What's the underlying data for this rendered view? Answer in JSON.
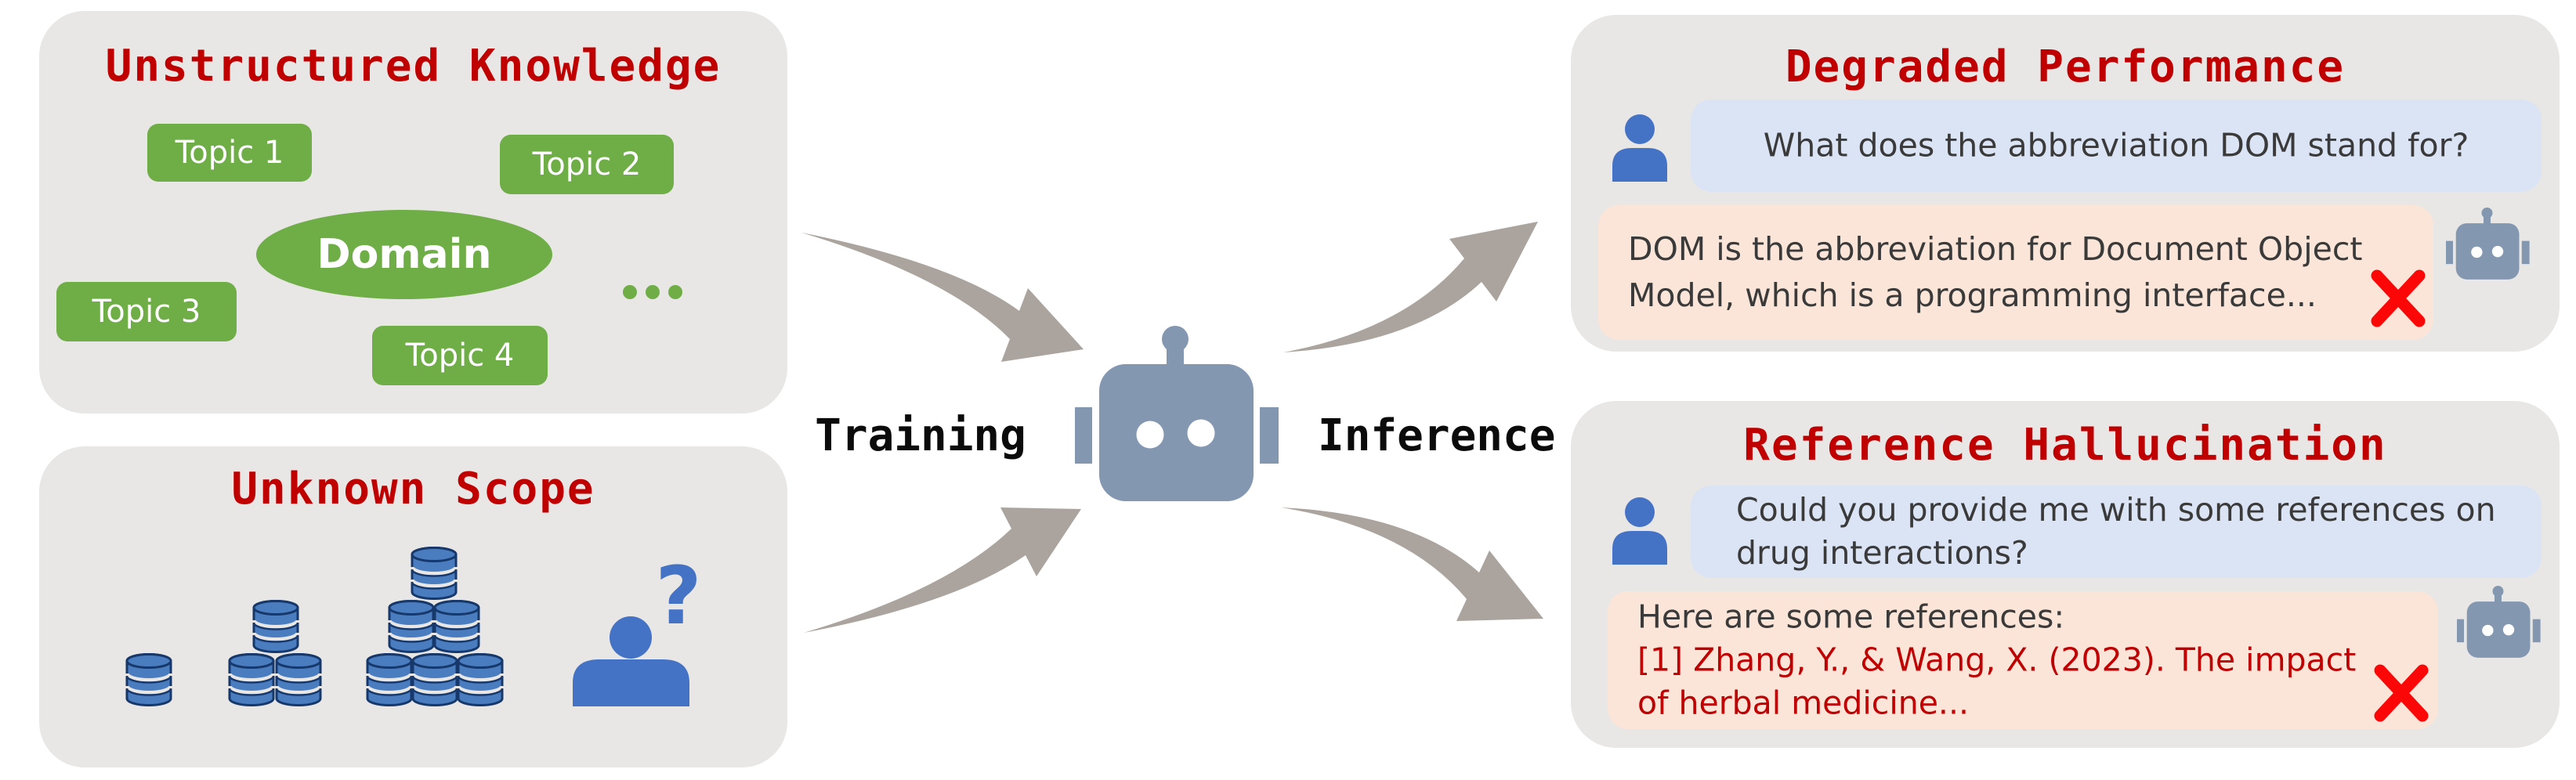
{
  "figure": {
    "left_top": {
      "title": "Unstructured Knowledge",
      "topics": [
        "Topic 1",
        "Topic 2",
        "Topic 3",
        "Topic 4"
      ],
      "domain_label": "Domain"
    },
    "left_bottom": {
      "title": "Unknown Scope",
      "question_mark": "?"
    },
    "center": {
      "training_label": "Training",
      "inference_label": "Inference"
    },
    "right_top": {
      "title": "Degraded Performance",
      "user_message": "What does the abbreviation DOM stand for?",
      "bot_lines": [
        "DOM is the abbreviation for Document Object",
        "Model, which is a programming interface..."
      ]
    },
    "right_bottom": {
      "title": "Reference Hallucination",
      "user_lines": [
        "Could you provide me with some references on",
        "drug interactions?"
      ],
      "bot_intro": "Here are some references:",
      "bot_reference_lines": [
        "[1] Zhang, Y., & Wang, X. (2023). The impact",
        "of herbal medicine..."
      ]
    }
  },
  "icons": {
    "robot-icon": "robot head with antenna and ears",
    "user-icon": "person silhouette",
    "database-icon": "blue cylinder stack",
    "question-mark-icon": "?",
    "error-x-icon": "✕",
    "ellipsis-dots-icon": "•••",
    "flow-arrow-icon": "curved tapered gray arrow"
  },
  "colors": {
    "panel_bg": "#e8e7e6",
    "title_red": "#c00000",
    "green": "#6fad47",
    "person_blue": "#4472c4",
    "db_blue": "#4a7dbf",
    "db_outline": "#17386b",
    "robot_blue": "#8497b0",
    "bubble_user": "#dbe4f4",
    "bubble_bot": "#fbe5d8",
    "arrow_gray": "#aba49e",
    "x_red": "#fb0707",
    "ref_red": "#c00000",
    "text_dark": "#3a3a3a"
  }
}
